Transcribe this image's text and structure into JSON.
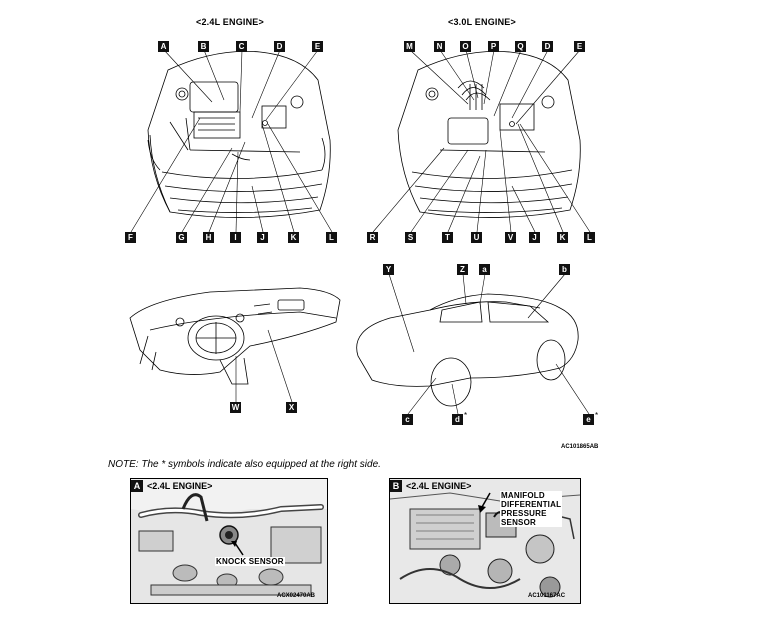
{
  "engine_24_title": "<2.4L ENGINE>",
  "engine_30_title": "<3.0L ENGINE>",
  "labels": {
    "A": "A",
    "B": "B",
    "C": "C",
    "D": "D",
    "E": "E",
    "F": "F",
    "G": "G",
    "H": "H",
    "I": "I",
    "J": "J",
    "K": "K",
    "L": "L",
    "M": "M",
    "N": "N",
    "O": "O",
    "P": "P",
    "Q": "Q",
    "R": "R",
    "S": "S",
    "T": "T",
    "U": "U",
    "V": "V",
    "W": "W",
    "X": "X",
    "Y": "Y",
    "Z": "Z",
    "a": "a",
    "b": "b",
    "c": "c",
    "d": "d",
    "e": "e"
  },
  "asterisk": "*",
  "figure_ref": "AC101865AB",
  "note": "NOTE: The * symbols indicate also equipped at the right side.",
  "photo_a": {
    "tag": "A",
    "title": "<2.4L ENGINE>",
    "caption": "KNOCK SENSOR",
    "ref": "ACX02470AB"
  },
  "photo_b": {
    "tag": "B",
    "title": "<2.4L ENGINE>",
    "caption_lines": [
      "MANIFOLD",
      "DIFFERENTIAL",
      "PRESSURE",
      "SENSOR"
    ],
    "ref": "AC101167AC"
  }
}
